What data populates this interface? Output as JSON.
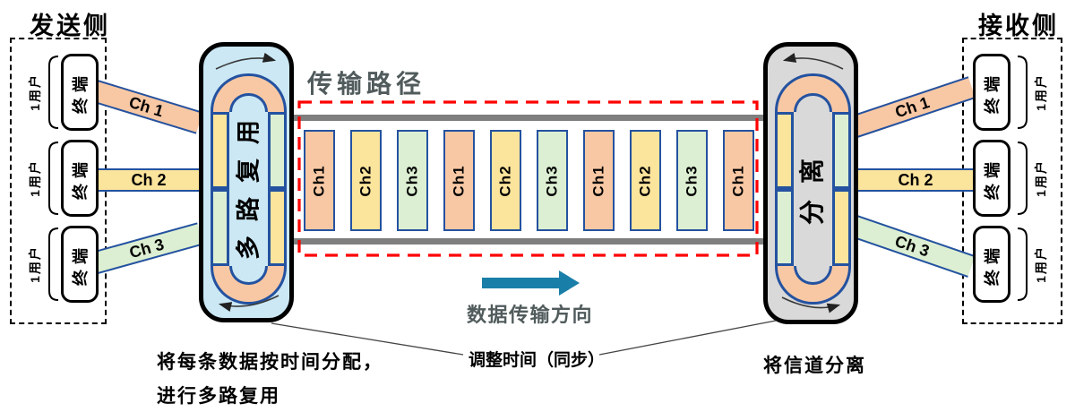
{
  "titles": {
    "send_side": "发送侧",
    "receive_side": "接收侧",
    "path": "传输路径"
  },
  "mux": {
    "label": "多路复用",
    "caption_line1": "将每条数据按时间分配，",
    "caption_line2": "进行多路复用"
  },
  "demux": {
    "label": "分离",
    "caption": "将信道分离"
  },
  "left": {
    "users": [
      {
        "user": "1用户",
        "terminal": "终端"
      },
      {
        "user": "1用户",
        "terminal": "终端"
      },
      {
        "user": "1用户",
        "terminal": "终端"
      }
    ],
    "ribbons": [
      "Ch 1",
      "Ch 2",
      "Ch 3"
    ]
  },
  "right": {
    "users": [
      {
        "user": "1用户",
        "terminal": "终端"
      },
      {
        "user": "1用户",
        "terminal": "终端"
      },
      {
        "user": "1用户",
        "terminal": "终端"
      }
    ],
    "ribbons": [
      "Ch 1",
      "Ch 2",
      "Ch 3"
    ]
  },
  "path": {
    "slots": [
      "Ch1",
      "Ch2",
      "Ch3",
      "Ch1",
      "Ch2",
      "Ch3",
      "Ch1",
      "Ch2",
      "Ch3",
      "Ch1"
    ]
  },
  "flow": {
    "direction_label": "数据传输方向",
    "sync_label": "调整时间（同步）"
  },
  "colors": {
    "ch1_salmon": "#F8C8A4",
    "ch2_yellow": "#FBE49B",
    "ch3_green": "#DCEFD2",
    "channel_border_blue": "#2452A0",
    "mux_fill": "#CBE8F4",
    "demux_fill": "#D9D9D9",
    "rail_gray": "#7F7F7F",
    "path_dash_red": "#FF0000",
    "flow_arrow_teal": "#1A7FA8",
    "slate_text": "#515B5C"
  }
}
